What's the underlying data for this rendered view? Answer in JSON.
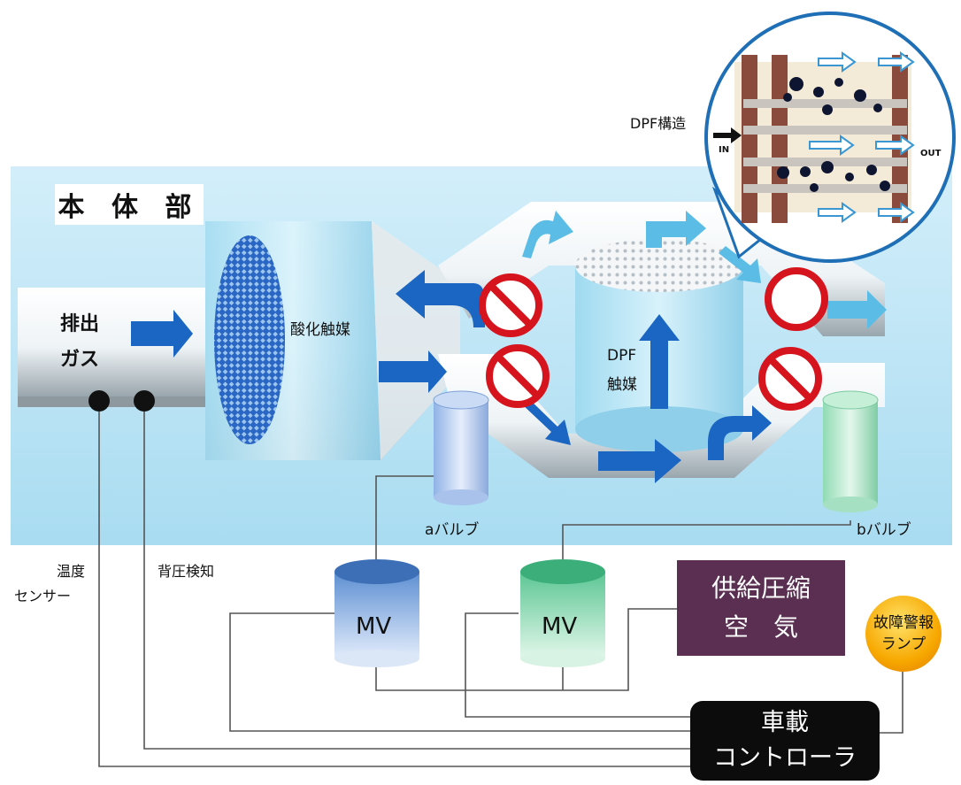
{
  "title": "本 体 部",
  "exhaust": {
    "line1": "排出",
    "line2": "ガス"
  },
  "oxidation_catalyst": "酸化触媒",
  "dpf_catalyst": {
    "line1": "DPF",
    "line2": "触媒"
  },
  "dpf_structure": {
    "label": "DPF構造",
    "in": "IN",
    "out": "OUT"
  },
  "valve_a": "aバルブ",
  "valve_b": "bバルブ",
  "temp_sensor": {
    "line1": "温度",
    "line2": "センサー"
  },
  "back_pressure": "背圧検知",
  "mv_left": "MV",
  "mv_right": "MV",
  "air_supply": {
    "line1": "供給圧縮",
    "line2": "空　気"
  },
  "fault_lamp": {
    "line1": "故障警報",
    "line2": "ランプ"
  },
  "controller": {
    "line1": "車載",
    "line2": "コントローラ"
  },
  "colors": {
    "sky": "#bfe6f6",
    "flow_arrow": "#1a66c2",
    "light_arrow": "#5bbde6",
    "no_entry": "#d6141e",
    "air_box": "#5a2f52",
    "controller": "#0c0c0c",
    "mv_blue": "#6f9fd9",
    "mv_green": "#7fd0a6"
  }
}
